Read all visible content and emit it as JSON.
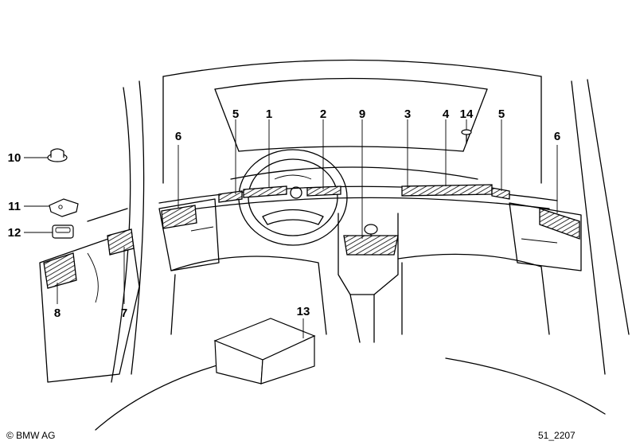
{
  "callouts": {
    "c1": "1",
    "c2": "2",
    "c3": "3",
    "c4": "4",
    "c5_left": "5",
    "c5_right": "5",
    "c6_left": "6",
    "c6_right": "6",
    "c7": "7",
    "c8": "8",
    "c9": "9",
    "c10": "10",
    "c11": "11",
    "c12": "12",
    "c13": "13",
    "c14": "14"
  },
  "footer": {
    "copyright": "© BMW AG",
    "diagram_id": "51_2207"
  }
}
